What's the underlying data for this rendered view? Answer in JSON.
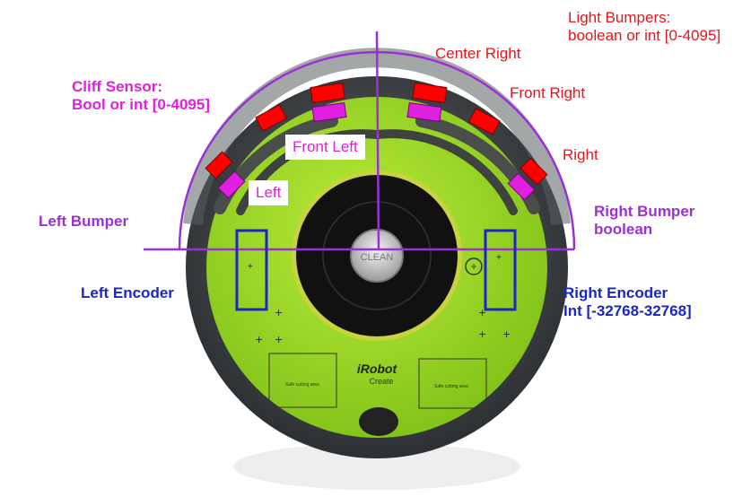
{
  "colors": {
    "light_bumper": "#e8151b",
    "cliff_sensor": "#e020e0",
    "bumper": "#9b30d8",
    "encoder": "#1a26c8",
    "robot_body": "#9edc2a"
  },
  "light_bumpers": {
    "title_line1": "Light Bumpers:",
    "title_line2": "boolean or int [0-4095]",
    "center_right": "Center Right",
    "front_right": "Front Right",
    "right": "Right"
  },
  "cliff_sensor": {
    "title_line1": "Cliff Sensor:",
    "title_line2": "Bool or int [0-4095]",
    "front_left": "Front Left",
    "left": "Left"
  },
  "bumpers": {
    "left": "Left Bumper",
    "right_line1": "Right Bumper",
    "right_line2": "boolean"
  },
  "encoders": {
    "left": "Left Encoder",
    "right_line1": "Right Encoder",
    "right_line2": "Int [-32768-32768]"
  },
  "robot": {
    "clean_button": "CLEAN",
    "brand": "iRobot",
    "model": "Create",
    "cargo_left": "Safe cutting area",
    "cargo_right": "Safe cutting area"
  }
}
